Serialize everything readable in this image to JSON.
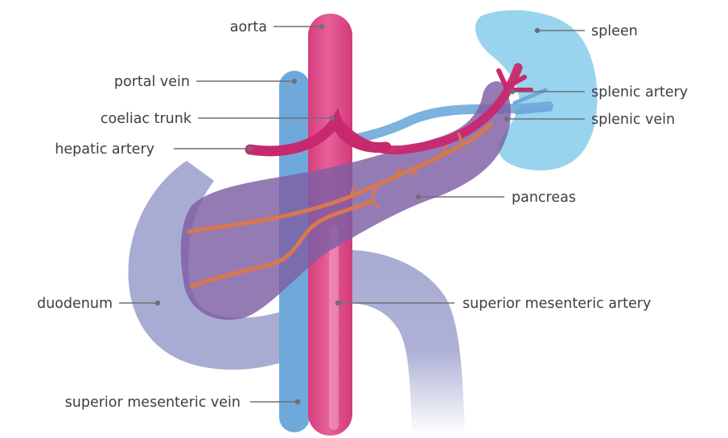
{
  "labels": {
    "aorta": "aorta",
    "portal_vein": "portal vein",
    "coeliac_trunk": "coeliac trunk",
    "hepatic_artery": "hepatic artery",
    "duodenum": "duodenum",
    "superior_mesenteric_vein": "superior mesenteric vein",
    "spleen": "spleen",
    "splenic_artery": "splenic artery",
    "splenic_vein": "splenic vein",
    "pancreas": "pancreas",
    "superior_mesenteric_artery": "superior mesenteric artery"
  },
  "colors": {
    "aorta": "#e0508a",
    "artery_dark": "#c8286e",
    "vein": "#6fa9dc",
    "spleen": "#8fd0ec",
    "pancreas": "#7e5ea4",
    "duodenum": "#a9acd2",
    "pancreatic_duct": "#d9774d",
    "label_text": "#3c3c46",
    "leader_line": "#6f6f78"
  }
}
